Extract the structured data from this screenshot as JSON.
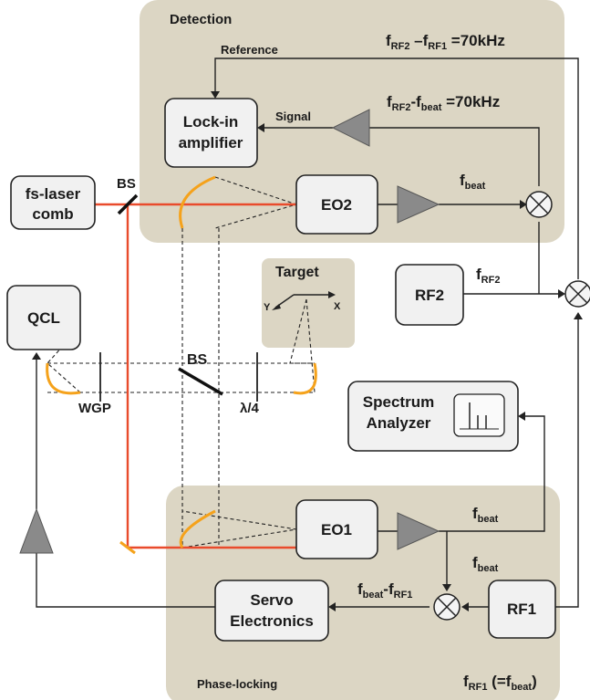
{
  "panels": {
    "detection": "Detection",
    "target": "Target",
    "phase_locking": "Phase-locking"
  },
  "boxes": {
    "lockin_line1": "Lock-in",
    "lockin_line2": "amplifier",
    "fs_line1": "fs-laser",
    "fs_line2": "comb",
    "eo2": "EO2",
    "eo1": "EO1",
    "qcl": "QCL",
    "rf2": "RF2",
    "rf1": "RF1",
    "spectrum_line1": "Spectrum",
    "spectrum_line2": "Analyzer",
    "servo_line1": "Servo",
    "servo_line2": "Electronics"
  },
  "labels": {
    "reference": "Reference",
    "signal": "Signal",
    "bs": "BS",
    "wgp": "WGP",
    "quarter_wave": "λ/4",
    "axis_x": "X",
    "axis_y": "Y"
  },
  "freq": {
    "f": "f",
    "beat": "beat",
    "rf1": "RF1",
    "rf2": "RF2",
    "top_sep": " –f",
    "mid_sep": "-f",
    "dash_sep": "-f",
    "eq70": " =70kHz",
    "rf1_open": " (=f",
    "rf1_close": ")"
  },
  "colors": {
    "panel": "#dcd6c4",
    "beam": "#e94b2c",
    "mirror": "#f5a21b",
    "amplifier": "#8a8a8a"
  }
}
